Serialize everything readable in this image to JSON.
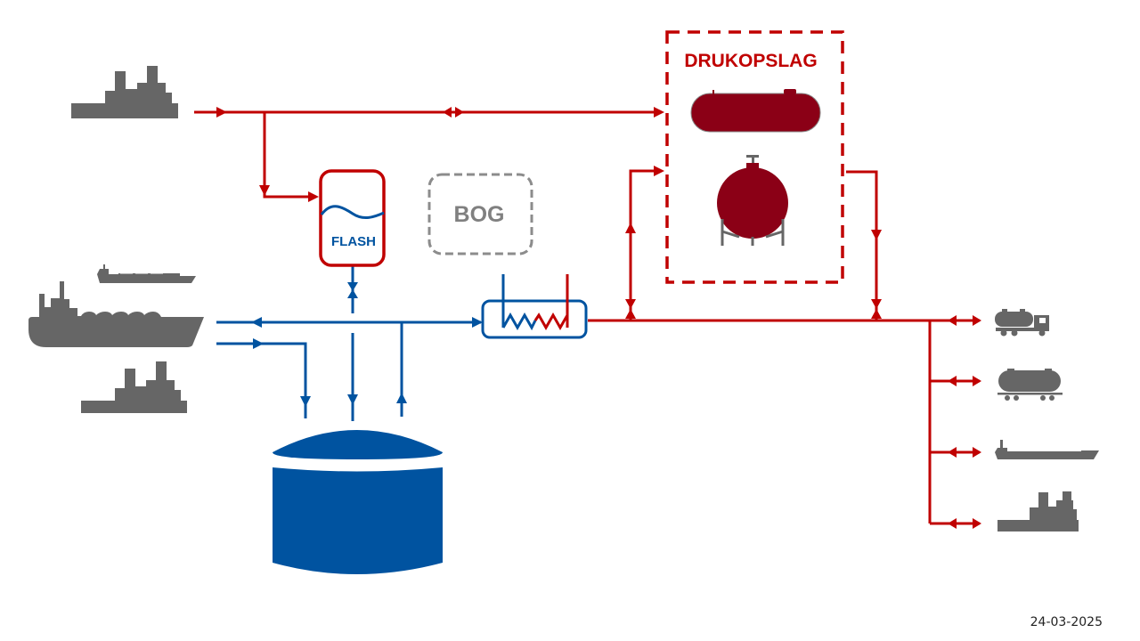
{
  "title_labels": {
    "pressure_storage": "DRUKOPSLAG",
    "flash": "FLASH",
    "bog": "BOG"
  },
  "date": "24-03-2025",
  "colors": {
    "red_line": "#c00000",
    "dark_red_tank": "#8b0016",
    "blue_line": "#0053a0",
    "icon_gray": "#666666",
    "bog_gray": "#8c8c8c"
  },
  "sources": [
    {
      "icon": "factory-icon",
      "name": "plant-top"
    },
    {
      "icon": "small-tanker-icon",
      "name": "small-tanker"
    },
    {
      "icon": "lng-carrier-icon",
      "name": "lng-carrier"
    },
    {
      "icon": "factory-icon",
      "name": "plant-bottom"
    }
  ],
  "destinations": [
    {
      "icon": "tank-truck-icon",
      "name": "truck"
    },
    {
      "icon": "rail-tank-car-icon",
      "name": "rail"
    },
    {
      "icon": "tanker-ship-icon",
      "name": "ship"
    },
    {
      "icon": "factory-icon",
      "name": "plant"
    }
  ],
  "components": [
    {
      "icon": "flash-vessel-icon",
      "label_key": "flash"
    },
    {
      "icon": "bog-compressor-box",
      "label_key": "bog"
    },
    {
      "icon": "heat-exchanger-icon"
    },
    {
      "icon": "horizontal-bullet-tank-icon"
    },
    {
      "icon": "spherical-tank-icon"
    },
    {
      "icon": "lng-storage-tank-icon"
    }
  ]
}
